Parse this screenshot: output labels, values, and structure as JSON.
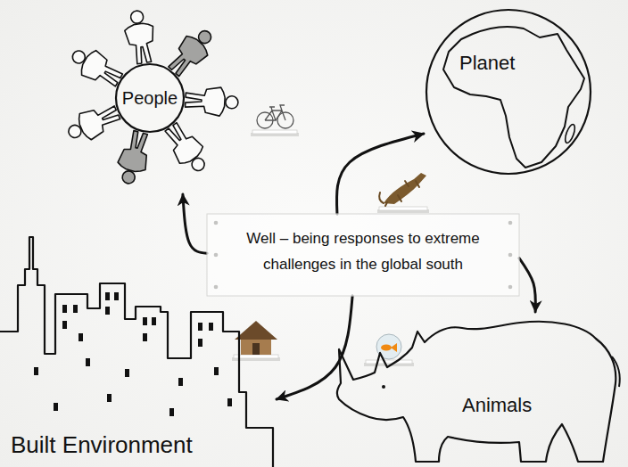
{
  "diagram": {
    "nodes": [
      {
        "text": [
          "People"
        ]
      },
      {
        "text": [
          "Planet"
        ]
      },
      {
        "text": [
          "Well – being responses to extreme challenges in the global south"
        ]
      },
      {
        "text": [
          "Built Environment"
        ]
      },
      {
        "text": [
          "Animals"
        ]
      }
    ],
    "edges": [
      {
        "from": 2,
        "to": 0,
        "arrow": "to"
      },
      {
        "from": 2,
        "to": 1,
        "arrow": "to"
      },
      {
        "from": 2,
        "to": 3,
        "arrow": "to"
      },
      {
        "from": 2,
        "to": 4,
        "arrow": "to"
      }
    ]
  }
}
